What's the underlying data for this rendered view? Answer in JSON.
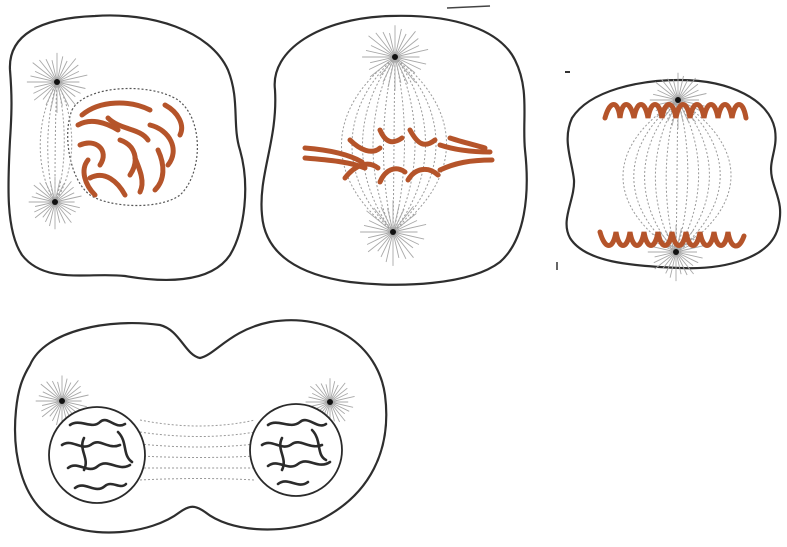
{
  "figure": {
    "panels": [
      {
        "id": "prophase",
        "name": "prophase-cell"
      },
      {
        "id": "metaphase",
        "name": "metaphase-cell"
      },
      {
        "id": "anaphase",
        "name": "anaphase-cell"
      },
      {
        "id": "telophase",
        "name": "telophase-cell"
      }
    ]
  },
  "colors": {
    "outline": "#2e2e2e",
    "chromosome": "#b5542a",
    "chromatin": "#2b2b2b",
    "spindle_fiber": "#9a9a9a",
    "aster_ray": "#a8a8a8"
  }
}
